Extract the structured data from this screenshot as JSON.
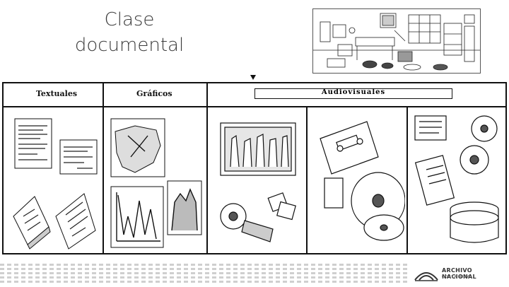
{
  "title": {
    "line1": "Clase",
    "line2": "documental"
  },
  "columns": [
    {
      "label": "Textuales"
    },
    {
      "label": "Gráficos"
    },
    {
      "label": "Audiovisuales"
    }
  ],
  "logo": {
    "name": "ARCHIVO NACIONAL",
    "sub": "COSTA RICA"
  }
}
